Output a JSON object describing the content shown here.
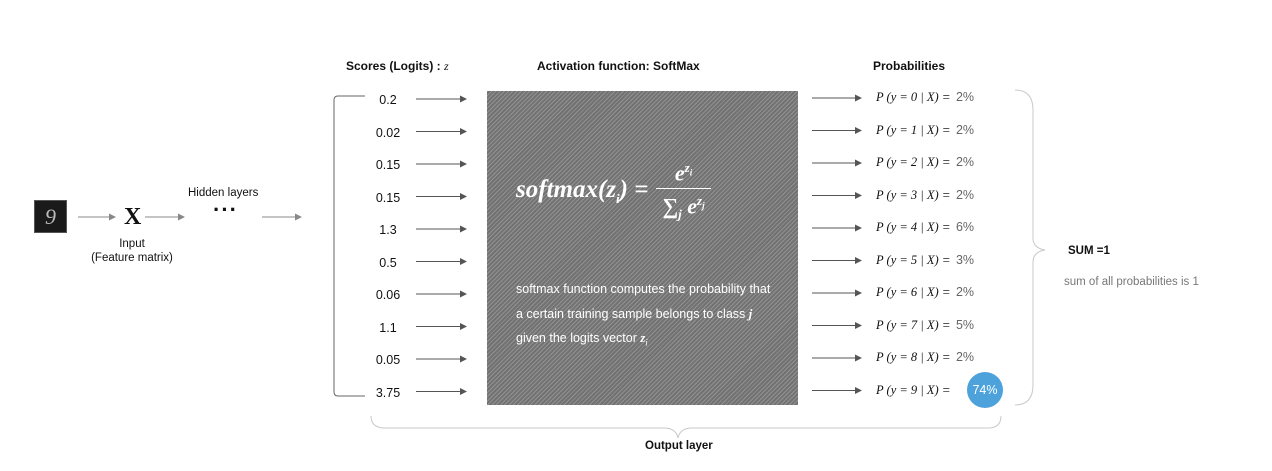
{
  "input": {
    "digit_glyph": "9",
    "x_symbol": "X",
    "label": "Input\n(Feature matrix)"
  },
  "hidden": {
    "label": "Hidden layers",
    "dots": "···"
  },
  "headers": {
    "scores_text": "Scores (Logits) : ",
    "scores_var": "z",
    "activation": "Activation function:  SoftMax",
    "probabilities": "Probabilities"
  },
  "scores": [
    "0.2",
    "0.02",
    "0.15",
    "0.15",
    "1.3",
    "0.5",
    "0.06",
    "1.1",
    "0.05",
    "3.75"
  ],
  "softmax": {
    "lhs_name": "softmax",
    "lhs_arg": "(z",
    "lhs_sub": "i",
    "lhs_close": ") =",
    "num_base": "e",
    "num_sup": "z",
    "num_sup_sub": "i",
    "den_sum": "∑",
    "den_sub": "j",
    "den_base": " e",
    "den_sup": "z",
    "den_sup_sub": "j",
    "desc_1": "softmax function computes the probability that a certain training sample belongs to class ",
    "desc_j": "j",
    "desc_2": " given the logits vector ",
    "desc_z": "z",
    "desc_zi": "i"
  },
  "probabilities": [
    {
      "expr": "P (y = 0 | X)",
      "eq": "=",
      "pct": "2%"
    },
    {
      "expr": "P (y = 1 | X)",
      "eq": "=",
      "pct": "2%"
    },
    {
      "expr": "P (y = 2 | X)",
      "eq": "=",
      "pct": "2%"
    },
    {
      "expr": "P (y = 3 | X)",
      "eq": "=",
      "pct": "2%"
    },
    {
      "expr": "P (y = 4 | X)",
      "eq": "=",
      "pct": "6%"
    },
    {
      "expr": "P (y = 5 | X)",
      "eq": "=",
      "pct": "3%"
    },
    {
      "expr": "P (y = 6 | X)",
      "eq": "=",
      "pct": "2%"
    },
    {
      "expr": "P (y = 7 | X)",
      "eq": "=",
      "pct": "5%"
    },
    {
      "expr": "P (y = 8 | X)",
      "eq": "=",
      "pct": "2%"
    },
    {
      "expr": "P (y = 9 | X)",
      "eq": "=",
      "pct": "74%"
    }
  ],
  "highlight_color": "#4ea2dc",
  "sum": {
    "label": "SUM =1",
    "desc": "sum of all probabilities is 1"
  },
  "output_label": "Output  layer"
}
